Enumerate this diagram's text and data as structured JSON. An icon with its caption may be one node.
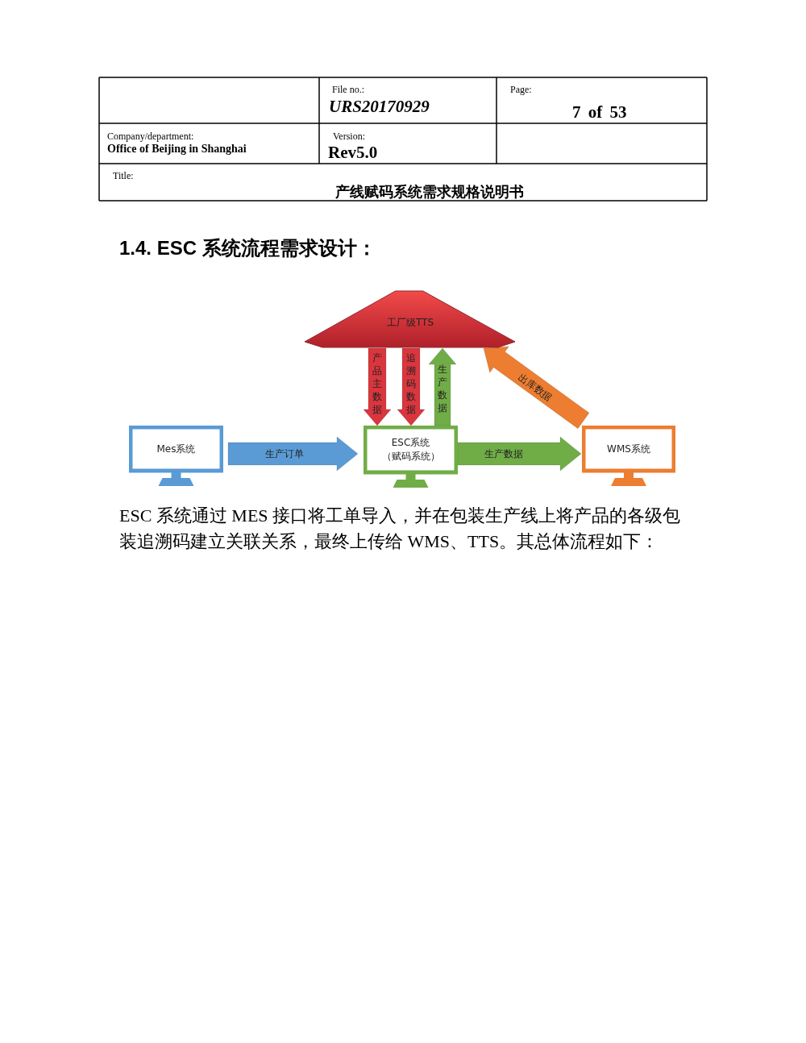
{
  "diagram": {
    "title": "1.4. ESC 系统流程需求设计：",
    "caption": "ESC 系统通过 MES 接口将工单导入，并在包装生产线上将产品的各级包装追溯码建立关联关系，最终上传给 WMS、TTS。其总体流程如下：",
    "nodes": [
      {
        "text": [
          "工厂级TTS"
        ]
      },
      {
        "text": [
          "Mes系统"
        ]
      },
      {
        "text": [
          "ESC系统",
          "（赋码系统）"
        ]
      },
      {
        "text": [
          "WMS系统"
        ]
      }
    ],
    "edges": [
      {
        "from": 1,
        "to": 2,
        "arrow": "to",
        "label": "生产订单",
        "style": "thick",
        "color": "#5b9bd5"
      },
      {
        "from": 0,
        "to": 2,
        "arrow": "to",
        "label": "产品主数据",
        "style": "thick",
        "color": "#d9363e"
      },
      {
        "from": 0,
        "to": 2,
        "arrow": "to",
        "label": "追溯码数据",
        "style": "thick",
        "color": "#d9363e"
      },
      {
        "from": 2,
        "to": 0,
        "arrow": "to",
        "label": "生产数据",
        "style": "thick",
        "color": "#70ad47"
      },
      {
        "from": 2,
        "to": 3,
        "arrow": "to",
        "label": "生产数据",
        "style": "thick",
        "color": "#70ad47"
      },
      {
        "from": 3,
        "to": 0,
        "arrow": "to",
        "label": "出库数据",
        "style": "thick",
        "color": "#ed7d31"
      }
    ],
    "labels": [
      "File no.:",
      "URS20170929",
      "Page:",
      "7 of 53",
      "Company/department:",
      "Office of Beijing in Shanghai",
      "Version:",
      "Rev5.0",
      "Title:",
      "产线赋码系统需求规格说明书"
    ]
  }
}
